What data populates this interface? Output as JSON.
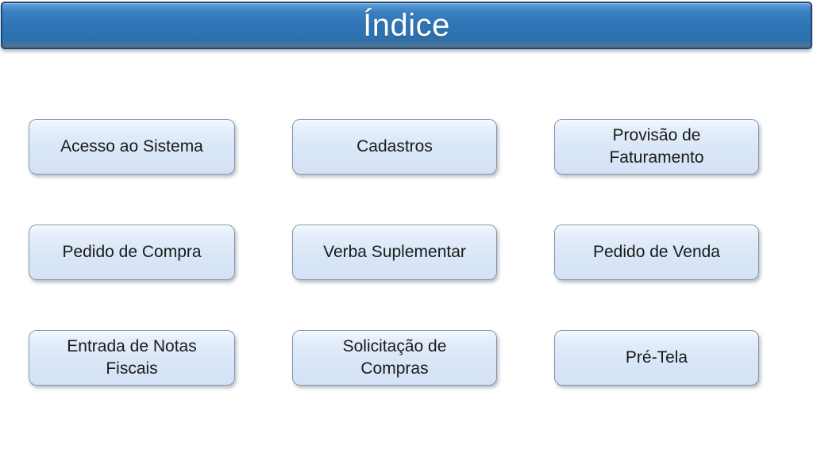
{
  "page": {
    "title": "Índice"
  },
  "colors": {
    "banner_blue": "#2E75B6",
    "banner_border": "#1D4A74",
    "banner_title_text": "#FFFFFF",
    "button_fill": "#D9E6F7",
    "button_border": "#8496A8",
    "button_text": "#1A1A1A",
    "background": "#FFFFFF"
  },
  "buttons": [
    {
      "label": "Acesso ao Sistema"
    },
    {
      "label": "Cadastros"
    },
    {
      "label": "Provisão de Faturamento"
    },
    {
      "label": "Pedido de Compra"
    },
    {
      "label": "Verba Suplementar"
    },
    {
      "label": "Pedido de Venda"
    },
    {
      "label": "Entrada de Notas Fiscais"
    },
    {
      "label": "Solicitação de Compras"
    },
    {
      "label": "Pré-Tela"
    }
  ]
}
